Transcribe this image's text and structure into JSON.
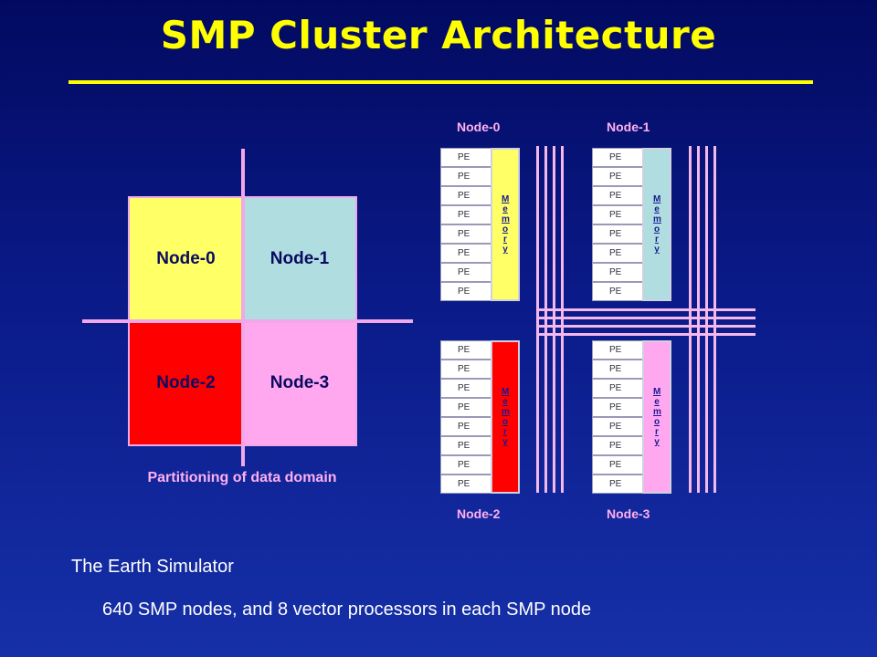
{
  "slide": {
    "title": "SMP Cluster Architecture",
    "accent_color": "#ffff00"
  },
  "domain": {
    "quadrants": [
      {
        "label": "Node-0",
        "color": "#ffff66"
      },
      {
        "label": "Node-1",
        "color": "#b0dde0"
      },
      {
        "label": "Node-2",
        "color": "#ff0000"
      },
      {
        "label": "Node-3",
        "color": "#ffa8f0"
      }
    ],
    "caption": "Partitioning of data domain"
  },
  "nodes": [
    {
      "label": "Node-0",
      "memory_color": "#ffff66",
      "pe": [
        "PE",
        "PE",
        "PE",
        "PE",
        "PE",
        "PE",
        "PE",
        "PE"
      ],
      "memory_text": "Memory"
    },
    {
      "label": "Node-1",
      "memory_color": "#b0dde0",
      "pe": [
        "PE",
        "PE",
        "PE",
        "PE",
        "PE",
        "PE",
        "PE",
        "PE"
      ],
      "memory_text": "Memory"
    },
    {
      "label": "Node-2",
      "memory_color": "#ff0000",
      "pe": [
        "PE",
        "PE",
        "PE",
        "PE",
        "PE",
        "PE",
        "PE",
        "PE"
      ],
      "memory_text": "Memory"
    },
    {
      "label": "Node-3",
      "memory_color": "#ffa8f0",
      "pe": [
        "PE",
        "PE",
        "PE",
        "PE",
        "PE",
        "PE",
        "PE",
        "PE"
      ],
      "memory_text": "Memory"
    }
  ],
  "footer": {
    "line1": "The Earth Simulator",
    "line2": "640 SMP nodes, and 8 vector processors in each SMP node"
  }
}
